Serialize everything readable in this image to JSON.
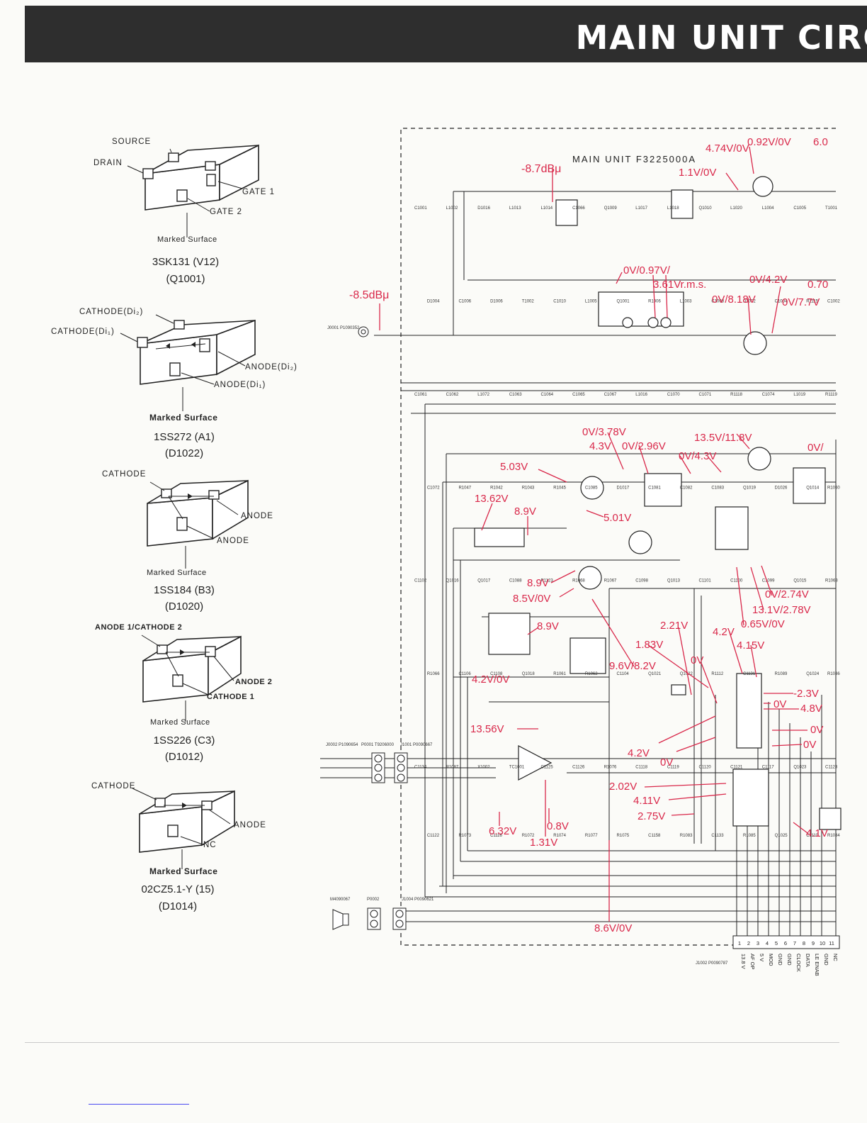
{
  "page": {
    "title": "MAIN UNIT CIRC"
  },
  "packages": [
    {
      "part": "3SK131 (V12)",
      "ref": "(Q1001)",
      "marked": "Marked Surface",
      "pins": [
        "SOURCE",
        "DRAIN",
        "GATE 1",
        "GATE 2"
      ]
    },
    {
      "part": "1SS272 (A1)",
      "ref": "(D1022)",
      "marked": "Marked Surface",
      "pins": [
        "CATHODE(Di₂)",
        "CATHODE(Di₁)",
        "ANODE(Di₂)",
        "ANODE(Di₁)"
      ]
    },
    {
      "part": "1SS184 (B3)",
      "ref": "(D1020)",
      "marked": "Marked Surface",
      "pins": [
        "CATHODE",
        "ANODE",
        "ANODE"
      ]
    },
    {
      "part": "1SS226 (C3)",
      "ref": "(D1012)",
      "marked": "Marked Surface",
      "pins": [
        "ANODE 1/CATHODE 2",
        "ANODE 2",
        "CATHODE 1"
      ]
    },
    {
      "part": "02CZ5.1-Y (15)",
      "ref": "(D1014)",
      "marked": "Marked Surface",
      "pins": [
        "CATHODE",
        "ANODE",
        "NC"
      ]
    }
  ],
  "schematic": {
    "unit_label": "MAIN UNIT F3225000A",
    "connectors": [
      "J0001 P1090352",
      "J0002 P1090654",
      "P0001 T9206000",
      "J1001 P0090667",
      "M4090067",
      "P0002",
      "J1004 P0090621",
      "J1002 P0090787"
    ],
    "components": [
      "C1001",
      "L1002",
      "D1016",
      "L1013",
      "L1014",
      "C1066",
      "Q1009",
      "L1017",
      "L1018",
      "Q1010",
      "L1020",
      "L1004",
      "C1005",
      "T1001",
      "D1004",
      "C1006",
      "D1006",
      "T1002",
      "C1010",
      "L1005",
      "Q1001",
      "R1006",
      "L1003",
      "C1003",
      "D1002",
      "C1004",
      "R1115",
      "C1002",
      "C1061",
      "C1062",
      "L1072",
      "C1063",
      "C1064",
      "C1065",
      "C1067",
      "L1016",
      "C1070",
      "C1071",
      "R1118",
      "C1074",
      "L1019",
      "R1119",
      "C1072",
      "R1047",
      "R1042",
      "R1043",
      "R1045",
      "C1085",
      "D1017",
      "C1081",
      "C1082",
      "C1083",
      "Q1019",
      "D1026",
      "Q1014",
      "R1060",
      "C1102",
      "Q1016",
      "Q1017",
      "C1088",
      "R1123",
      "R1068",
      "R1067",
      "C1098",
      "Q1013",
      "C1101",
      "C1100",
      "C1099",
      "Q1015",
      "R1063",
      "R1066",
      "C1106",
      "C1108",
      "Q1018",
      "R1061",
      "R1062",
      "C1104",
      "Q1021",
      "Q1022",
      "R1112",
      "C1131",
      "R1089",
      "Q1024",
      "R1086",
      "C1134",
      "R1087",
      "X1002",
      "TC1001",
      "C1125",
      "C1126",
      "R1076",
      "C1118",
      "C1119",
      "C1120",
      "C1121",
      "C1117",
      "Q1023",
      "C1123",
      "C1122",
      "R1073",
      "C1116",
      "R1072",
      "R1074",
      "R1077",
      "R1075",
      "C1158",
      "R1083",
      "C1133",
      "R1085",
      "Q1025",
      "C1110",
      "R1084"
    ],
    "measurements": [
      "4.74V/0V",
      "0.92V/0V",
      "6.0",
      "1.1V/0V",
      "-8.7dBμ",
      "0V/0.97V/",
      "3.61Vr.m.s.",
      "0V/4.2V",
      "0.70",
      "0V/8.18V",
      "0V/7.7V",
      "-8.5dBμ",
      "0V/3.78V",
      "4.3V",
      "0V/2.96V",
      "13.5V/11.8V",
      "0V/",
      "0V/4.3V",
      "5.03V",
      "13.62V",
      "8.9V",
      "5.01V",
      "8.9V",
      "8.5V/0V",
      "8.9V",
      "0V/2.74V",
      "13.1V/2.78V",
      "0.65V/0V",
      "2.21V",
      "4.2V",
      "4.15V",
      "1.83V",
      "0V",
      "9.6V/8.2V",
      "-2.3V",
      "0V",
      "4.8V",
      "4.2V/0V",
      "13.56V",
      "0V",
      "0V",
      "4.2V",
      "0V",
      "2.02V",
      "4.11V",
      "2.75V",
      "6.32V",
      "0.8V",
      "1.31V",
      "4.1V",
      "8.6V/0V"
    ],
    "pin_labels": [
      "13.8 V",
      "AF OP",
      "5 V",
      "MOD",
      "GND",
      "GND",
      "CLOCK",
      "DATA",
      "LE ENAB",
      "GND",
      "NC"
    ],
    "pin_numbers": [
      "1",
      "2",
      "3",
      "4",
      "5",
      "6",
      "7",
      "8",
      "9",
      "10",
      "11"
    ]
  }
}
